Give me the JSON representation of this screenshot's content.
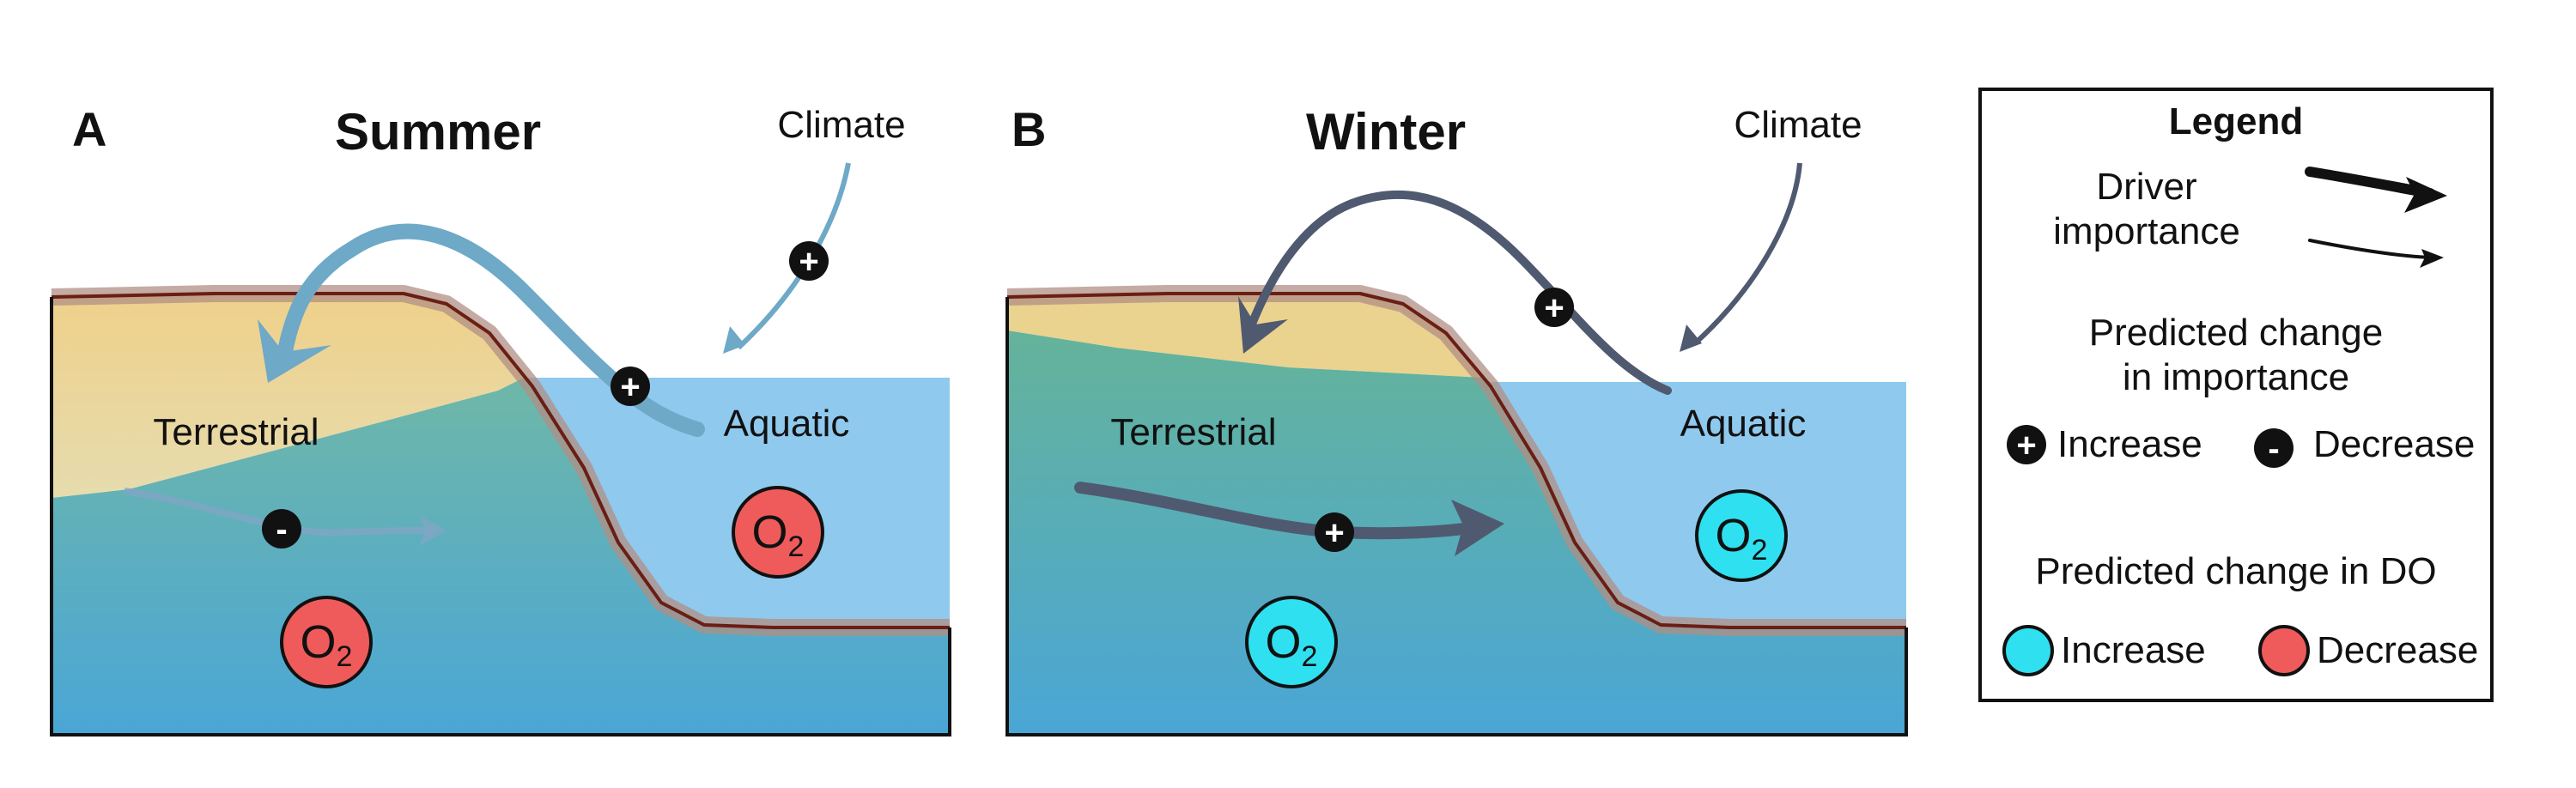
{
  "colors": {
    "terrestrial_soil": "#e9cf8c",
    "groundwater": "#4fa7d1",
    "aquatic_water": "#8fc9ee",
    "ground_surface": "#7a2a1f",
    "summer_arrow": "#6ea9c7",
    "winter_arrow": "#4f5a70",
    "do_increase": "#2fe0f0",
    "do_decrease": "#ef5b5b",
    "sign_bg": "#111111"
  },
  "panels": [
    {
      "letter": "A",
      "season": "Summer",
      "climate_label": "Climate",
      "terrestrial_label": "Terrestrial",
      "aquatic_label": "Aquatic",
      "o2_label": "O",
      "o2_sub": "2",
      "terrestrial_do": "decrease",
      "aquatic_do": "decrease",
      "climate_to_aquatic_sign": "+",
      "aquatic_to_terrestrial_sign": "+",
      "groundwater_flow_sign": "-"
    },
    {
      "letter": "B",
      "season": "Winter",
      "climate_label": "Climate",
      "terrestrial_label": "Terrestrial",
      "aquatic_label": "Aquatic",
      "o2_label": "O",
      "o2_sub": "2",
      "terrestrial_do": "increase",
      "aquatic_do": "increase",
      "aquatic_to_terrestrial_sign": "+",
      "groundwater_flow_sign": "+"
    }
  ],
  "legend": {
    "title": "Legend",
    "driver_line1": "Driver",
    "driver_line2": "importance",
    "change_importance_line1": "Predicted change",
    "change_importance_line2": "in importance",
    "increase_sign": "+",
    "increase_label": "Increase",
    "decrease_sign": "-",
    "decrease_label": "Decrease",
    "change_do_title": "Predicted change in DO",
    "do_increase_label": "Increase",
    "do_decrease_label": "Decrease"
  }
}
